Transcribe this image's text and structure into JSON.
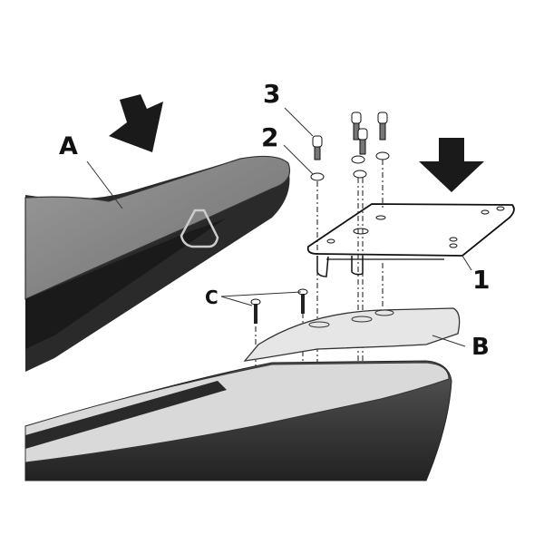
{
  "diagram": {
    "type": "assembly-instruction",
    "subject": "Motorcycle rear top-case mounting plate installation",
    "labels": {
      "seat": "A",
      "grab_rail": "B",
      "screws": "C",
      "plate": "1",
      "washer": "2",
      "bolt": "3"
    },
    "arrows": [
      "press-down-arrow-seat",
      "press-down-arrow-plate"
    ]
  }
}
